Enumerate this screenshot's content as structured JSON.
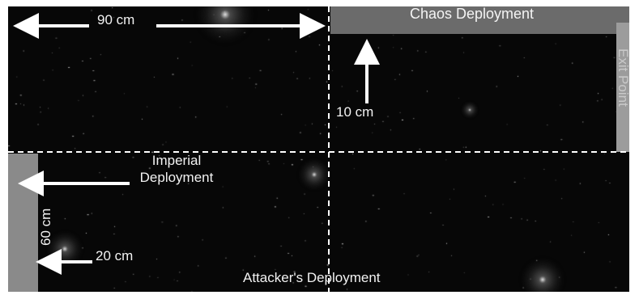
{
  "labels": {
    "chaos_deployment": "Chaos Deployment",
    "exit_point": "Exit Point",
    "imperial_deployment_line1": "Imperial",
    "imperial_deployment_line2": "Deployment",
    "attackers_deployment": "Attacker's Deployment"
  },
  "measurements": {
    "width": "90 cm",
    "chaos_depth": "10 cm",
    "height": "60 cm",
    "imperial_depth": "20 cm"
  },
  "colors": {
    "background": "#070707",
    "chaos_zone": "#6b6b6b",
    "imperial_zone": "#8a8a8a",
    "exit_zone": "#9c9c9c",
    "lines": "#ffffff"
  }
}
